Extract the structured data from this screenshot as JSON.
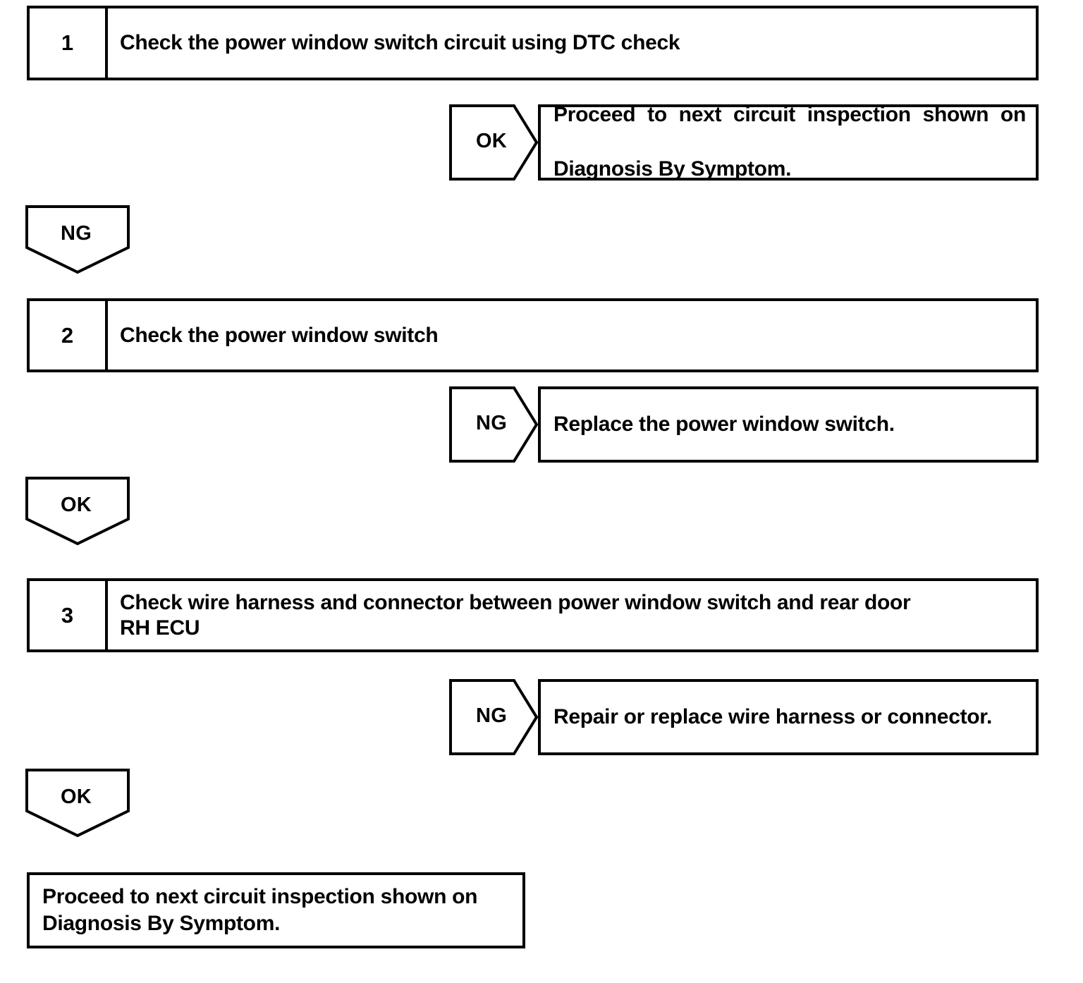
{
  "document": {
    "type": "troubleshooting-flowchart",
    "title": "Power Window Switch Circuit Diagnostic Flow"
  },
  "steps": [
    {
      "number": "1",
      "text": "Check the power window switch circuit using DTC check"
    },
    {
      "number": "2",
      "text": "Check the power window switch"
    },
    {
      "number": "3",
      "line1": "Check wire harness and connector between power window switch and rear door",
      "line2": "RH ECU"
    }
  ],
  "branches": [
    {
      "label": "OK",
      "direction": "right",
      "result_line1": "Proceed to next circuit inspection shown on",
      "result_line2": "Diagnosis By Symptom."
    },
    {
      "label": "NG",
      "direction": "down"
    },
    {
      "label": "NG",
      "direction": "right",
      "result_line1": "Replace the power window switch."
    },
    {
      "label": "OK",
      "direction": "down"
    },
    {
      "label": "NG",
      "direction": "right",
      "result_line1": "Repair or replace wire harness or connector."
    },
    {
      "label": "OK",
      "direction": "down"
    }
  ],
  "terminal": {
    "line1": "Proceed to next circuit inspection shown on",
    "line2": "Diagnosis By Symptom."
  },
  "colors": {
    "stroke": "#000000",
    "fill": "#ffffff",
    "text": "#000000"
  }
}
